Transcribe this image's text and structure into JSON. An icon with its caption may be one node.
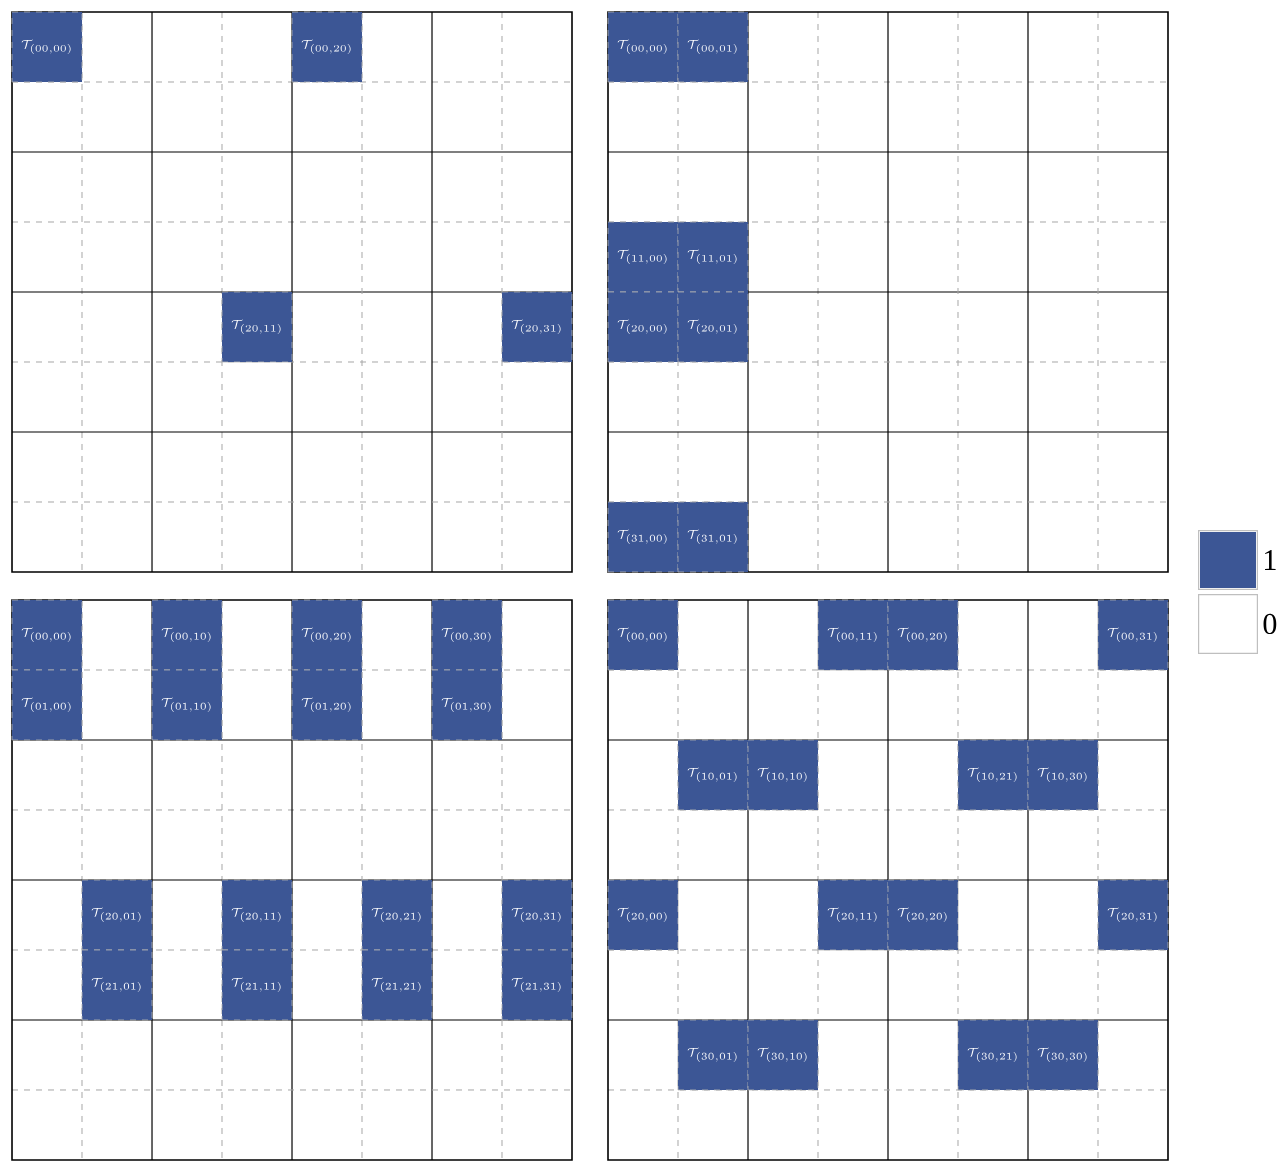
{
  "diagram": {
    "nodes": [
      {
        "text": [],
        "shape": "box"
      },
      {
        "text": [
          "\\mathcal{T}_{(00,00)}"
        ],
        "in": 0
      },
      {
        "text": [
          "\\mathcal{T}_{(00,20)}"
        ],
        "in": 0
      },
      {
        "text": [
          "\\mathcal{T}_{(20,11)}"
        ],
        "in": 0
      },
      {
        "text": [
          "\\mathcal{T}_{(20,31)}"
        ],
        "in": 0
      },
      {
        "text": [],
        "shape": "box"
      },
      {
        "text": [
          "\\mathcal{T}_{(00,00)}"
        ],
        "in": 5
      },
      {
        "text": [
          "\\mathcal{T}_{(00,01)}"
        ],
        "in": 5
      },
      {
        "text": [
          "\\mathcal{T}_{(11,00)}"
        ],
        "in": 5
      },
      {
        "text": [
          "\\mathcal{T}_{(11,01)}"
        ],
        "in": 5
      },
      {
        "text": [
          "\\mathcal{T}_{(20,00)}"
        ],
        "in": 5
      },
      {
        "text": [
          "\\mathcal{T}_{(20,01)}"
        ],
        "in": 5
      },
      {
        "text": [
          "\\mathcal{T}_{(31,00)}"
        ],
        "in": 5
      },
      {
        "text": [
          "\\mathcal{T}_{(31,01)}"
        ],
        "in": 5
      },
      {
        "text": [],
        "shape": "box"
      },
      {
        "text": [
          "\\mathcal{T}_{(00,00)}"
        ],
        "in": 14
      },
      {
        "text": [
          "\\mathcal{T}_{(00,10)}"
        ],
        "in": 14
      },
      {
        "text": [
          "\\mathcal{T}_{(00,20)}"
        ],
        "in": 14
      },
      {
        "text": [
          "\\mathcal{T}_{(00,30)}"
        ],
        "in": 14
      },
      {
        "text": [
          "\\mathcal{T}_{(01,00)}"
        ],
        "in": 14
      },
      {
        "text": [
          "\\mathcal{T}_{(01,10)}"
        ],
        "in": 14
      },
      {
        "text": [
          "\\mathcal{T}_{(01,20)}"
        ],
        "in": 14
      },
      {
        "text": [
          "\\mathcal{T}_{(01,30)}"
        ],
        "in": 14
      },
      {
        "text": [
          "\\mathcal{T}_{(20,01)}"
        ],
        "in": 14
      },
      {
        "text": [
          "\\mathcal{T}_{(20,11)}"
        ],
        "in": 14
      },
      {
        "text": [
          "\\mathcal{T}_{(20,21)}"
        ],
        "in": 14
      },
      {
        "text": [
          "\\mathcal{T}_{(20,31)}"
        ],
        "in": 14
      },
      {
        "text": [
          "\\mathcal{T}_{(21,01)}"
        ],
        "in": 14
      },
      {
        "text": [
          "\\mathcal{T}_{(21,11)}"
        ],
        "in": 14
      },
      {
        "text": [
          "\\mathcal{T}_{(21,21)}"
        ],
        "in": 14
      },
      {
        "text": [
          "\\mathcal{T}_{(21,31)}"
        ],
        "in": 14
      },
      {
        "text": [],
        "shape": "box"
      },
      {
        "text": [
          "\\mathcal{T}_{(00,00)}"
        ],
        "in": 31
      },
      {
        "text": [
          "\\mathcal{T}_{(00,11)}"
        ],
        "in": 31
      },
      {
        "text": [
          "\\mathcal{T}_{(00,20)}"
        ],
        "in": 31
      },
      {
        "text": [
          "\\mathcal{T}_{(00,31)}"
        ],
        "in": 31
      },
      {
        "text": [
          "\\mathcal{T}_{(10,01)}"
        ],
        "in": 31
      },
      {
        "text": [
          "\\mathcal{T}_{(10,10)}"
        ],
        "in": 31
      },
      {
        "text": [
          "\\mathcal{T}_{(10,21)}"
        ],
        "in": 31
      },
      {
        "text": [
          "\\mathcal{T}_{(10,30)}"
        ],
        "in": 31
      },
      {
        "text": [
          "\\mathcal{T}_{(20,00)}"
        ],
        "in": 31
      },
      {
        "text": [
          "\\mathcal{T}_{(20,11)}"
        ],
        "in": 31
      },
      {
        "text": [
          "\\mathcal{T}_{(20,20)}"
        ],
        "in": 31
      },
      {
        "text": [
          "\\mathcal{T}_{(20,31)}"
        ],
        "in": 31
      },
      {
        "text": [
          "\\mathcal{T}_{(30,01)}"
        ],
        "in": 31
      },
      {
        "text": [
          "\\mathcal{T}_{(30,10)}"
        ],
        "in": 31
      },
      {
        "text": [
          "\\mathcal{T}_{(30,21)}"
        ],
        "in": 31
      },
      {
        "text": [
          "\\mathcal{T}_{(30,30)}"
        ],
        "in": 31
      }
    ],
    "legend": [
      {
        "text": "1",
        "color": "#3c5695"
      },
      {
        "text": "0",
        "color": "#ffffff"
      }
    ]
  }
}
